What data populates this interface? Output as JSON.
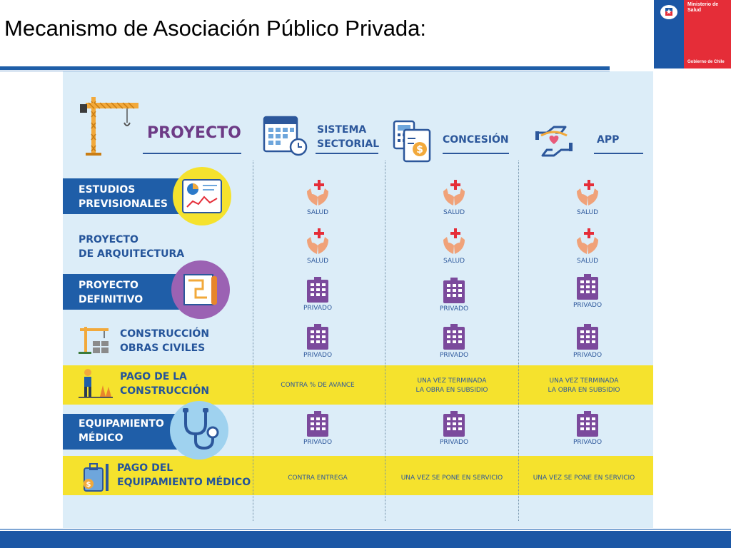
{
  "slide": {
    "title": "Mecanismo de Asociación Público Privada:"
  },
  "logo": {
    "ministry": "Ministerio de Salud",
    "government": "Gobierno de Chile"
  },
  "columns": {
    "project": "PROYECTO",
    "sectorial_line1": "SISTEMA",
    "sectorial_line2": "SECTORIAL",
    "concesion": "CONCESIÓN",
    "app": "APP"
  },
  "rows": [
    {
      "label1": "ESTUDIOS",
      "label2": "PREVISIONALES",
      "cells": [
        "SALUD",
        "SALUD",
        "SALUD"
      ]
    },
    {
      "label1": "PROYECTO",
      "label2": "DE ARQUITECTURA",
      "cells": [
        "SALUD",
        "SALUD",
        "SALUD"
      ]
    },
    {
      "label1": "PROYECTO",
      "label2": "DEFINITIVO",
      "cells": [
        "PRIVADO",
        "PRIVADO",
        "PRIVADO"
      ]
    },
    {
      "label1": "CONSTRUCCIÓN",
      "label2": "OBRAS CIVILES",
      "cells": [
        "PRIVADO",
        "PRIVADO",
        "PRIVADO"
      ]
    },
    {
      "label1": "PAGO DE LA",
      "label2": "CONSTRUCCIÓN",
      "cells": [
        {
          "l1": "CONTRA % DE AVANCE",
          "l2": ""
        },
        {
          "l1": "UNA VEZ TERMINADA",
          "l2": "LA OBRA EN SUBSIDIO"
        },
        {
          "l1": "UNA VEZ TERMINADA",
          "l2": "LA OBRA EN SUBSIDIO"
        }
      ]
    },
    {
      "label1": "EQUIPAMIENTO",
      "label2": "MÉDICO",
      "cells": [
        "PRIVADO",
        "PRIVADO",
        "PRIVADO"
      ]
    },
    {
      "label1": "PAGO DEL",
      "label2": "EQUIPAMIENTO MÉDICO",
      "cells": [
        "CONTRA ENTREGA",
        "UNA VEZ SE PONE EN SERVICIO",
        "UNA VEZ SE PONE EN SERVICIO"
      ]
    }
  ],
  "colors": {
    "navy": "#1f5ea8",
    "yellow": "#f5e22d",
    "panel": "#dcedf8",
    "purple": "#7b4a9c",
    "red": "#e52d38"
  }
}
